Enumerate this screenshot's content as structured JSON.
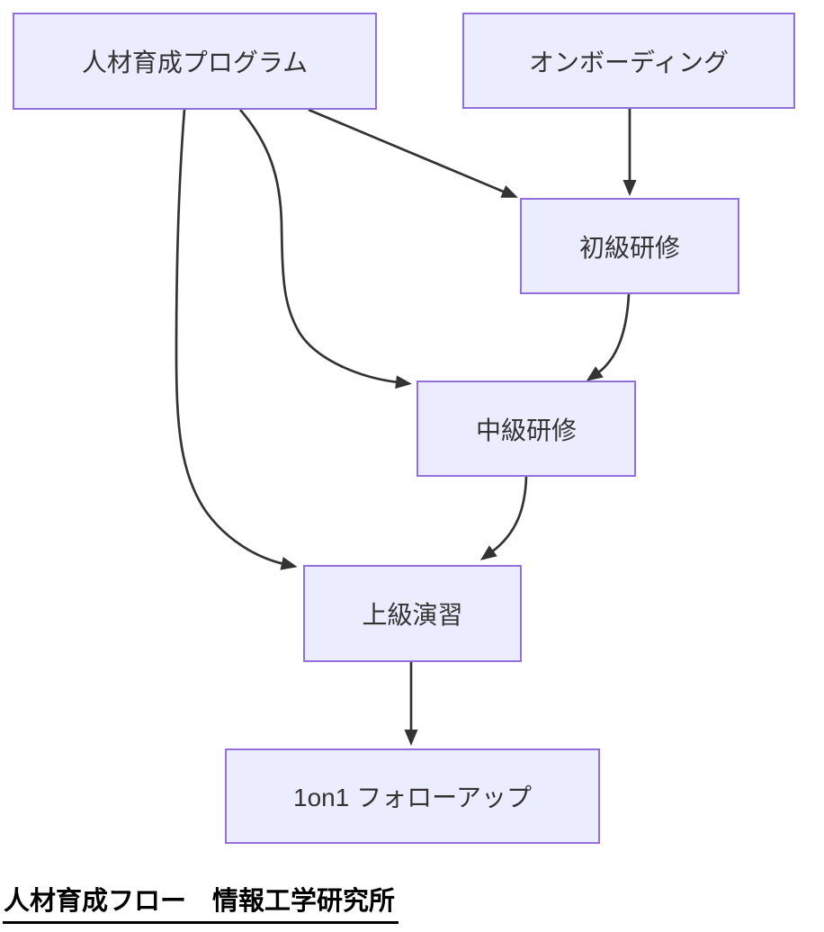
{
  "diagram": {
    "type": "flowchart",
    "direction": "top-down",
    "nodes": [
      {
        "id": "program",
        "label": "人材育成プログラム"
      },
      {
        "id": "onboarding",
        "label": "オンボーディング"
      },
      {
        "id": "beginner",
        "label": "初級研修"
      },
      {
        "id": "intermediate",
        "label": "中級研修"
      },
      {
        "id": "advanced",
        "label": "上級演習"
      },
      {
        "id": "followup",
        "label": "1on1 フォローアップ"
      }
    ],
    "edges": [
      {
        "from": "人材育成プログラム",
        "to": "初級研修"
      },
      {
        "from": "オンボーディング",
        "to": "初級研修"
      },
      {
        "from": "人材育成プログラム",
        "to": "中級研修"
      },
      {
        "from": "初級研修",
        "to": "中級研修"
      },
      {
        "from": "人材育成プログラム",
        "to": "上級演習"
      },
      {
        "from": "中級研修",
        "to": "上級演習"
      },
      {
        "from": "上級演習",
        "to": "1on1 フォローアップ"
      }
    ],
    "caption": "人材育成フロー　情報工学研究所",
    "colors": {
      "node_fill": "#ECECFF",
      "node_border": "#9370DB",
      "edge": "#333333",
      "text": "#333333",
      "caption_text": "#000000",
      "background": "#ffffff"
    }
  }
}
